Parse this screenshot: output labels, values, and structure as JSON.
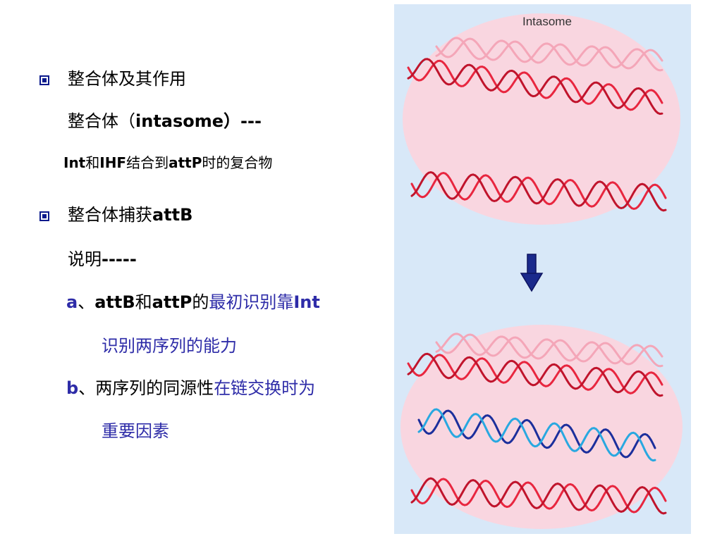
{
  "slide": {
    "bullet1": {
      "title": "整合体及其作用",
      "line2_prefix": "整合体（",
      "line2_term": "intasome",
      "line2_suffix": "）---",
      "line3_a": "Int",
      "line3_b": "和",
      "line3_c": "IHF",
      "line3_d": "结合到",
      "line3_e": "attP",
      "line3_f": "时的复合物"
    },
    "bullet2": {
      "title_cn": "整合体捕获",
      "title_term": "attB",
      "explain_cn": "说明",
      "explain_dash": "-----",
      "a": {
        "marker": "a",
        "sep": "、",
        "t1": "attB",
        "t2": "和",
        "t3": "attP",
        "t4": "的",
        "t5": "最初识别靠",
        "t6": "Int",
        "cont": "识别两序列的能力"
      },
      "b": {
        "marker": "b",
        "sep": "、",
        "t1": "两序列的同源性",
        "t2": "在链交换时为",
        "cont": "重要因素"
      }
    }
  },
  "figure": {
    "label": "Intasome",
    "background": "#d8e8f8",
    "circle_color": "#f9d6e0",
    "red_strand": "#e8263f",
    "light_red_strand": "#f4a6b8",
    "blue_strand": "#1c2f9c",
    "cyan_strand": "#29a8e0",
    "arrow": "down-arrow-icon"
  }
}
